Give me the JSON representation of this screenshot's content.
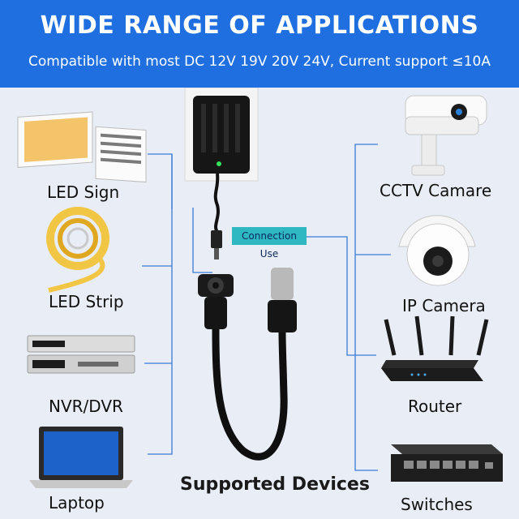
{
  "banner": {
    "title": "WIDE RANGE OF APPLICATIONS",
    "subtitle": "Compatible with most DC 12V 19V 20V 24V, Current support ≤10A"
  },
  "devices_left": [
    {
      "label": "LED Sign",
      "icon": "led-sign-icon"
    },
    {
      "label": "LED Strip",
      "icon": "led-strip-icon"
    },
    {
      "label": "NVR/DVR",
      "icon": "nvr-dvr-icon"
    },
    {
      "label": "Laptop",
      "icon": "laptop-icon"
    }
  ],
  "devices_right": [
    {
      "label": "CCTV Camare",
      "icon": "cctv-camera-icon"
    },
    {
      "label": "IP Camera",
      "icon": "ip-camera-icon"
    },
    {
      "label": "Router",
      "icon": "router-icon"
    },
    {
      "label": "Switches",
      "icon": "switch-icon"
    }
  ],
  "center": {
    "connection_label": "Connection Use",
    "footer": "Supported Devices"
  },
  "colors": {
    "banner": "#1f6fe0",
    "background": "#e9edf5",
    "connector_tag": "#2fb8c2",
    "lines": "#3a7bd5"
  }
}
